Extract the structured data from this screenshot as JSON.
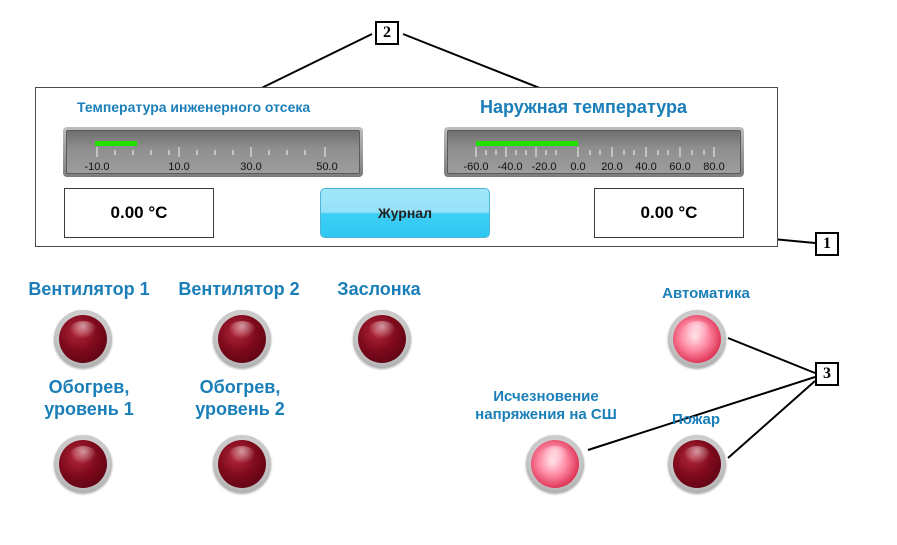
{
  "gauges": {
    "engine": {
      "title": "Температура инженерного отсека",
      "tick_labels": [
        "-10.0",
        "10.0",
        "30.0",
        "50.0"
      ],
      "bar_color": "#22e000"
    },
    "outside": {
      "title": "Наружная температура",
      "tick_labels": [
        "-60.0",
        "-40.0",
        "-20.0",
        "0.0",
        "20.0",
        "40.0",
        "60.0",
        "80.0"
      ],
      "bar_color": "#22e000"
    }
  },
  "displays": {
    "engine_temp": "0.00 °C",
    "outside_temp": "0.00 °C"
  },
  "buttons": {
    "journal": "Журнал"
  },
  "indicators": {
    "fan1": {
      "label": "Вентилятор 1",
      "state": "off"
    },
    "fan2": {
      "label": "Вентилятор 2",
      "state": "off"
    },
    "damper": {
      "label": "Заслонка",
      "state": "off"
    },
    "heat1": {
      "label_line1": "Обогрев,",
      "label_line2": "уровень 1",
      "state": "off"
    },
    "heat2": {
      "label_line1": "Обогрев,",
      "label_line2": "уровень 2",
      "state": "off"
    },
    "auto": {
      "label": "Автоматика",
      "state": "on"
    },
    "power_loss": {
      "label_line1": "Исчезновение",
      "label_line2": "напряжения на СШ",
      "state": "on"
    },
    "fire": {
      "label": "Пожар",
      "state": "off"
    }
  },
  "callouts": {
    "one": "1",
    "two": "2",
    "three": "3"
  },
  "colors": {
    "label_blue": "#1a7fb9",
    "lamp_off": "#7e0a1c",
    "lamp_on": "#ff8fa8",
    "button_cyan": "#3ccff5"
  }
}
